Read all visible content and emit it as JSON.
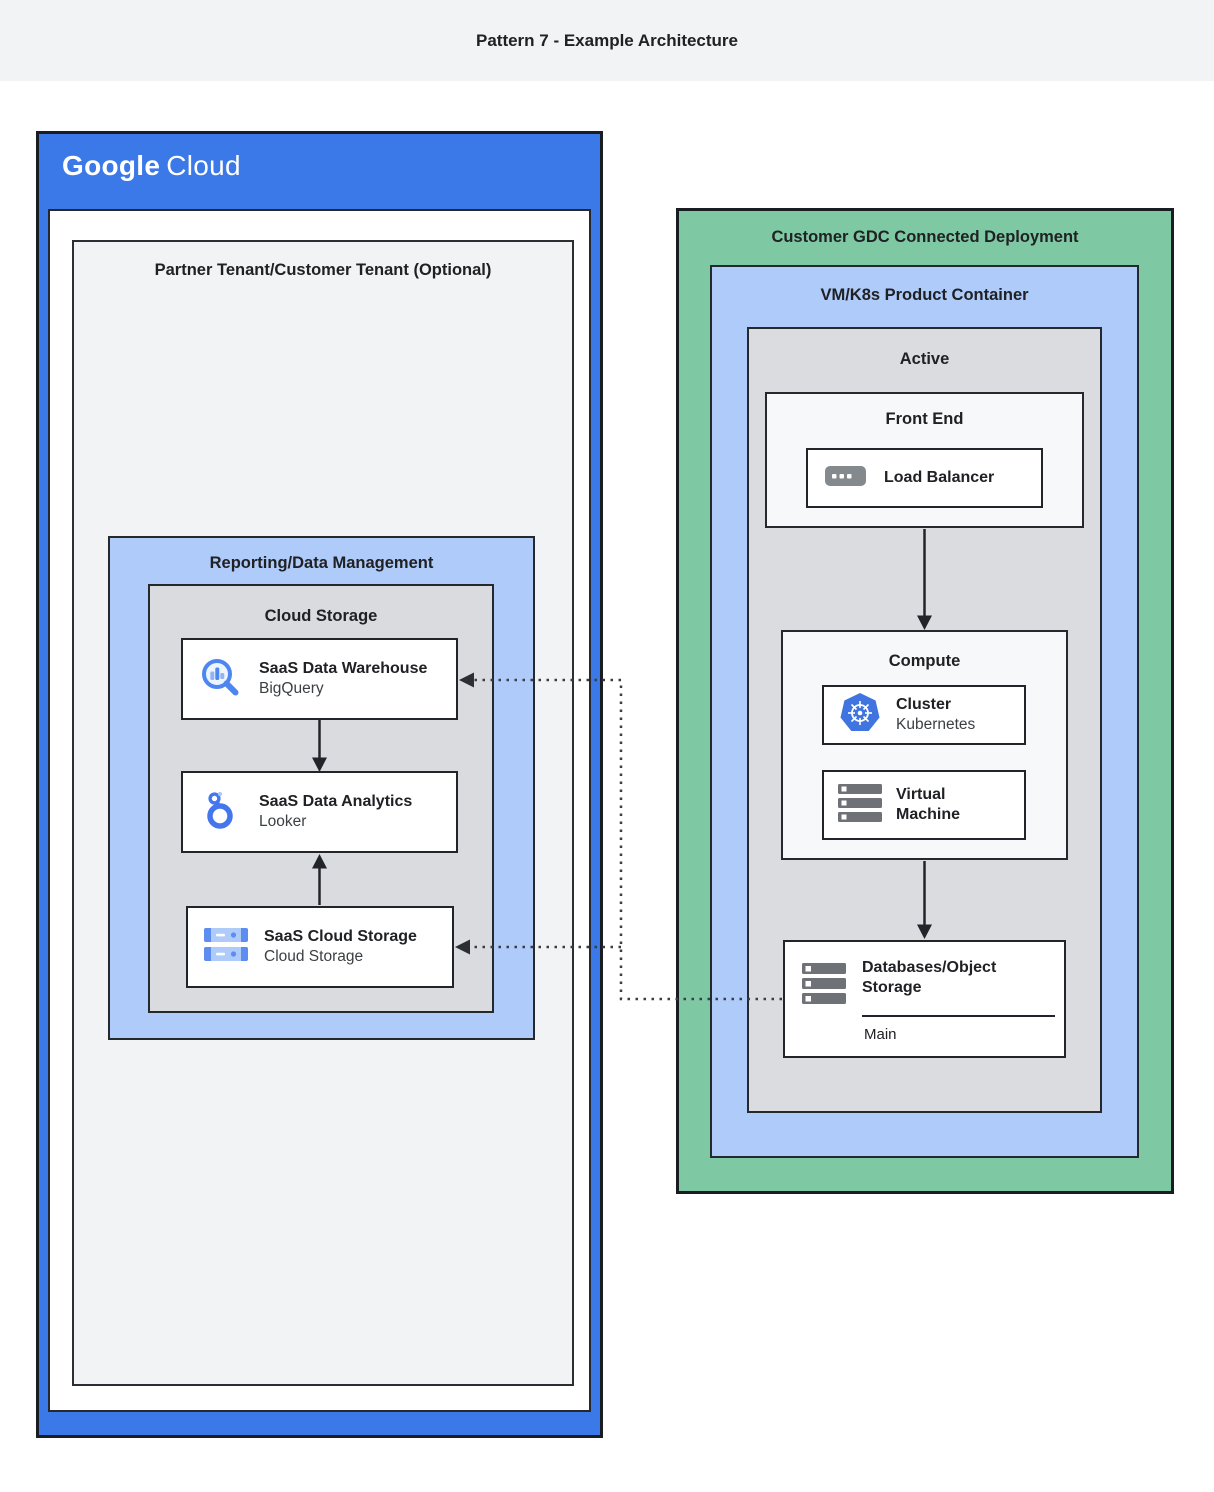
{
  "header": {
    "title": "Pattern 7 - Example Architecture"
  },
  "google_cloud": {
    "logo_google": "Google",
    "logo_cloud": "Cloud",
    "partner_tenant_label": "Partner Tenant/Customer Tenant (Optional)",
    "reporting_label": "Reporting/Data Management",
    "cloud_storage_label": "Cloud Storage",
    "cards": {
      "warehouse": {
        "title": "SaaS Data Warehouse",
        "subtitle": "BigQuery",
        "icon": "bigquery-icon"
      },
      "analytics": {
        "title": "SaaS Data Analytics",
        "subtitle": "Looker",
        "icon": "looker-icon"
      },
      "storage": {
        "title": "SaaS Cloud Storage",
        "subtitle": "Cloud Storage",
        "icon": "cloud-storage-icon"
      }
    }
  },
  "gdc": {
    "label": "Customer GDC Connected Deployment",
    "vmk8s_label": "VM/K8s Product Container",
    "active_label": "Active",
    "front_end": {
      "label": "Front End",
      "load_balancer": {
        "title": "Load Balancer",
        "icon": "load-balancer-icon"
      }
    },
    "compute": {
      "label": "Compute",
      "cluster": {
        "title": "Cluster",
        "subtitle": "Kubernetes",
        "icon": "kubernetes-icon"
      },
      "virtual_machine": {
        "title": "Virtual Machine",
        "icon": "server-icon"
      }
    },
    "databases": {
      "title": "Databases/Object Storage",
      "footer": "Main",
      "icon": "server-icon"
    }
  },
  "colors": {
    "google_blue": "#3b78e8",
    "light_blue": "#aecbfa",
    "green": "#7ec8a3",
    "light_gray": "#f1f3f4",
    "mid_gray": "#dadce0",
    "border_dark": "#212428",
    "icon_blue": "#4e86f0",
    "icon_gray": "#6e7276"
  }
}
